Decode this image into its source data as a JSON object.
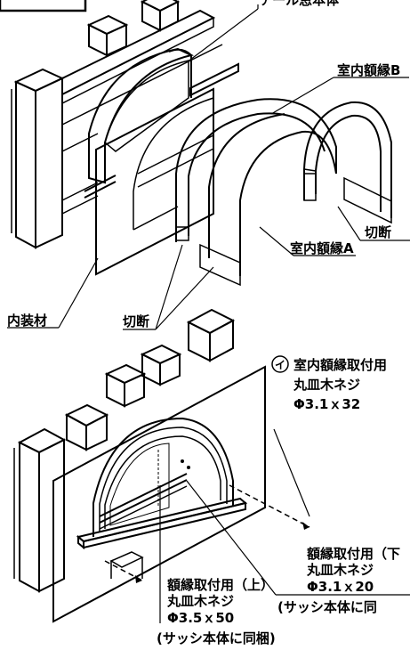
{
  "top_figure": {
    "labels": {
      "sash_body": "アール窓本体",
      "interior_frame_b": "室内額縁B",
      "cut_right": "切断",
      "interior_frame_a": "室内額縁A",
      "interior_finish": "内装材",
      "cut_left": "切断"
    }
  },
  "bottom_figure": {
    "callout_i": {
      "marker": "イ",
      "title": "室内額縁取付用",
      "screw": "丸皿木ネジ",
      "spec": "Φ3.1ｘ32"
    },
    "callout_lower": {
      "title": "額縁取付用（下",
      "screw": "丸皿木ネジ",
      "spec": "Φ3.1ｘ20",
      "note": "(サッシ本体に同"
    },
    "callout_upper": {
      "title": "額縁取付用（上）",
      "screw": "丸皿木ネジ",
      "spec": "Φ3.5ｘ50",
      "note": "(サッシ本体に同梱)"
    }
  }
}
